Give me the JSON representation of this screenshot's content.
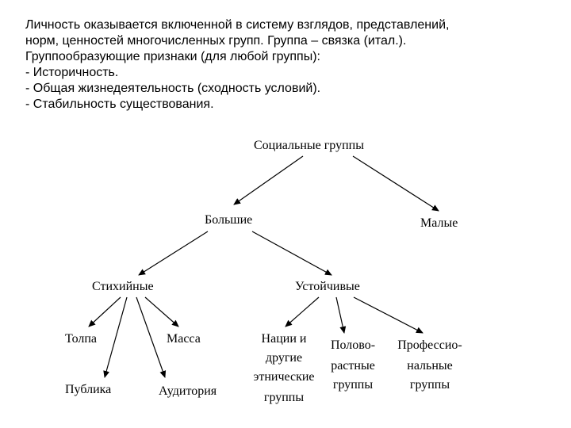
{
  "intro": {
    "lines": [
      "Личность оказывается включенной в систему взглядов, представлений,",
      "норм, ценностей многочисленных групп. Группа – связка (итал.).",
      "Группообразующие признаки (для любой группы):",
      " - Историчность.",
      " - Общая жизнедеятельность (сходность условий).",
      " - Стабильность существования."
    ]
  },
  "diagram": {
    "root": "Социальные группы",
    "large": "Большие",
    "small": "Малые",
    "spontaneous": "Стихийные",
    "stable": "Устойчивые",
    "crowd": "Толпа",
    "mass": "Масса",
    "public": "Публика",
    "audience": "Аудитория",
    "nations": [
      "Нации и",
      "другие",
      "этнические",
      "группы"
    ],
    "gender": [
      "Полово-",
      "растные",
      "группы"
    ],
    "professional": [
      "Профессио-",
      "нальные",
      "группы"
    ]
  }
}
